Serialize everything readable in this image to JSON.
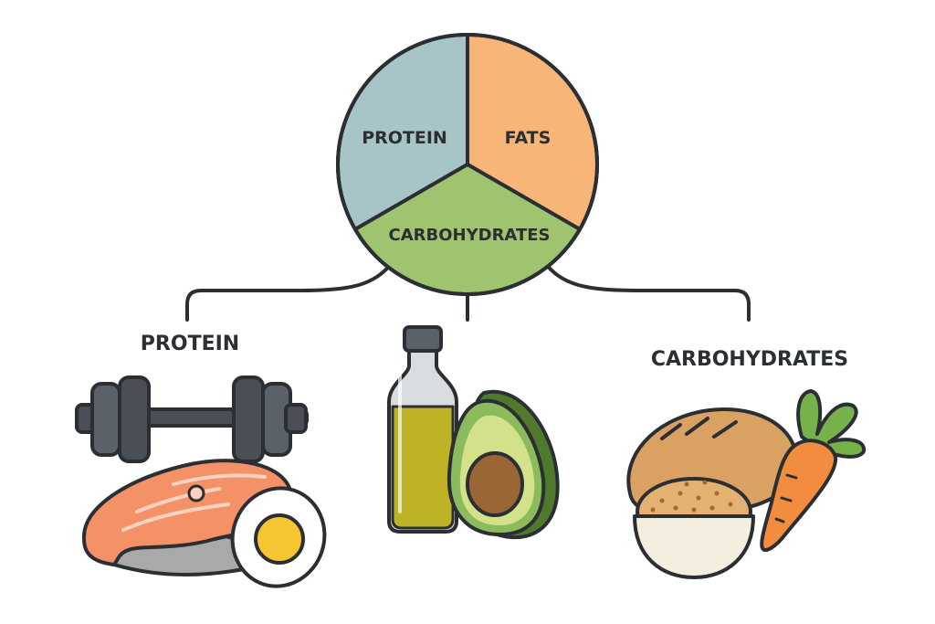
{
  "pie": {
    "segments": [
      {
        "label": "PROTEIN",
        "color": "#a7c4c6"
      },
      {
        "label": "FATS",
        "color": "#f7b577"
      },
      {
        "label": "CARBOHYDRATES",
        "color": "#9fc36f"
      }
    ]
  },
  "groups": {
    "protein": {
      "label": "PROTEIN",
      "icons": [
        "dumbbell-icon",
        "salmon-steak-icon",
        "boiled-egg-icon"
      ]
    },
    "fats": {
      "label": "",
      "icons": [
        "oil-bottle-icon",
        "avocado-icon"
      ]
    },
    "carbohydrates": {
      "label": "CARBOHYDRATES",
      "icons": [
        "bread-loaf-icon",
        "grain-bowl-icon",
        "carrot-icon"
      ]
    }
  },
  "colors": {
    "outline": "#2b2f33",
    "salmon": "#f49167",
    "egg_yolk": "#f6c531",
    "oil": "#bdb324",
    "avocado": "#8cbb5e",
    "avocado_pit": "#9a6636",
    "bread": "#d9a262",
    "carrot": "#f28d3f",
    "carrot_leaves": "#77b14a"
  }
}
